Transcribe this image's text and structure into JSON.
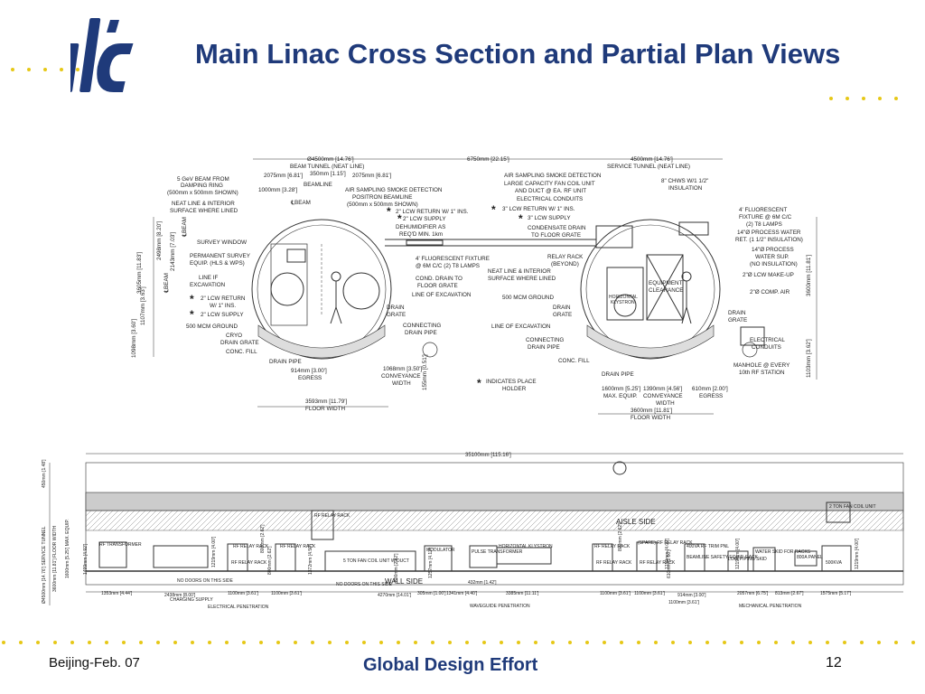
{
  "slide": {
    "title": "Main Linac Cross Section and Partial Plan Views",
    "footer_left": "Beijing-Feb. 07",
    "footer_center": "Global Design Effort",
    "page_number": "12",
    "logo_text": "ilc",
    "colors": {
      "title": "#1f3a7a",
      "accent_dots": "#e6c817",
      "drawing": "#333333"
    }
  },
  "cross_section": {
    "dims": {
      "beam_tunnel_dia": "Ø4500mm [14.76']",
      "beam_tunnel_label": "BEAM TUNNEL (NEAT LINE)",
      "spacing": "6750mm [22.15']",
      "service_tunnel_dia": "4500mm [14.76']",
      "service_tunnel_label": "SERVICE TUNNEL (NEAT LINE)",
      "d2075a": "2075mm [6.81']",
      "d350": "350mm [1.15']",
      "d2075b": "2075mm [6.81']",
      "d1000": "1000mm [3.28']",
      "d3605": "3605mm [11.83']",
      "d2498": "2498mm [8.20']",
      "d2143": "2143mm [7.03']",
      "d1107": "1107mm [3.63']",
      "d1098": "1098mm [3.60']",
      "d914": "914mm [3.00']",
      "egress": "EGRESS",
      "d1068": "1068mm [3.50']",
      "conveyance_width": "CONVEYANCE WIDTH",
      "d155": "155mm [0.51']",
      "d3593": "3593mm [11.79']",
      "floor_width": "FLOOR WIDTH",
      "d3600r": "3600mm [11.81']",
      "d1103": "1103mm [3.62']",
      "d1600": "1600mm [5.25']",
      "d1390": "1390mm [4.56']",
      "d610": "610mm [2.00']",
      "max_equip": "MAX. EQUIP.",
      "conveyance": "CONVEYANCE",
      "width": "WIDTH",
      "d3600": "3600mm [11.81']"
    },
    "labels_left": {
      "beam_from": "5 GeV BEAM FROM",
      "damping_ring": "DAMPING RING",
      "size1": "(500mm x 500mm SHOWN)",
      "neat_line": "NEAT LINE & INTERIOR",
      "surface_lined": "SURFACE WHERE LINED",
      "beamline": "BEAMLINE",
      "cl_beam": "℄BEAM",
      "air_sampling": "AIR SAMPLING SMOKE DETECTION",
      "positron": "POSITRON BEAMLINE",
      "size2": "(500mm x 500mm SHOWN)",
      "lcw_return": "2\" LCW RETURN W/ 1\" INS.",
      "lcw_supply": "2\" LCW SUPPLY",
      "dehumid": "DEHUMIDIFIER AS",
      "reqd": "REQ'D MIN. 1km",
      "survey": "SURVEY WINDOW",
      "perm_survey": "PERMANENT SURVEY",
      "equip": "EQUIP. (HLS & WPS)",
      "fluor": "4' FLUORESCENT FIXTURE",
      "fluor2": "@ 6M C/C (2) T8 LAMPS",
      "cond_drain": "COND. DRAIN TO",
      "floor_grate": "FLOOR GRATE",
      "line_if": "LINE IF",
      "excavation": "EXCAVATION",
      "line_exc": "LINE OF EXCAVATION",
      "lcw_ret2": "2\" LCW RETURN",
      "w1ins": "W/ 1\" INS.",
      "lcw_sup2": "2\" LCW SUPPLY",
      "drain": "DRAIN",
      "grate": "GRATE",
      "mcm": "500 MCM GROUND",
      "cryo": "CRYO",
      "drain_grate": "DRAIN GRATE",
      "conc_fill": "CONC. FILL",
      "connecting": "CONNECTING",
      "drain_pipe": "DRAIN PIPE",
      "drain_pipe2": "DRAIN PIPE"
    },
    "labels_right": {
      "air_sampling": "AIR SAMPLING SMOKE DETECTION",
      "fan_coil": "LARGE CAPACITY FAN COIL UNIT",
      "duct": "AND DUCT @ EA. RF UNIT",
      "elec": "ELECTRICAL CONDUITS",
      "lcw_ret": "3\" LCW RETURN W/ 1\" INS.",
      "lcw_sup": "3\" LCW SUPPLY",
      "cond_drain": "CONDENSATE DRAIN",
      "to_floor": "TO FLOOR GRATE",
      "chws": "8\" CHWS W/1 1/2\"",
      "insulation": "INSULATION",
      "fluor": "4' FLUORESCENT",
      "fixture": "FIXTURE @ 6M C/C",
      "t8": "(2) T8 LAMPS",
      "proc_ret": "14\"Ø PROCESS WATER",
      "ret": "RET. (1 1/2\" INSULATION)",
      "proc": "14\"Ø PROCESS",
      "water_sup": "WATER SUP.",
      "no_ins": "(NO INSULATION)",
      "lcw_make": "2\"Ø LCW MAKE-UP",
      "comp_air": "2\"Ø COMP. AIR",
      "relay_rack": "RELAY RACK",
      "beyond": "(BEYOND)",
      "neat": "NEAT LINE & INTERIOR",
      "surface": "SURFACE WHERE LINED",
      "mcm": "500 MCM GROUND",
      "equipment": "EQUIPMENT",
      "clearance": "CLEARANCE",
      "horizontal": "HORIZONTAL",
      "klystron": "KLYSTRON",
      "drain": "DRAIN",
      "grate": "GRATE",
      "line_exc": "LINE OF EXCAVATION",
      "drain2": "DRAIN",
      "grate2": "GRATE",
      "connecting": "CONNECTING",
      "drain_pipe": "DRAIN PIPE",
      "electrical": "ELECTRICAL",
      "conduits": "CONDUITS",
      "conc_fill": "CONC. FILL",
      "drain_pipe2": "DRAIN PIPE",
      "manhole": "MANHOLE @ EVERY",
      "rf_station": "10th RF STATION",
      "indicates": "INDICATES PLACE",
      "holder": "HOLDER",
      "star": "*"
    }
  },
  "plan_view": {
    "overall": "35100mm [115.16']",
    "aisle_side": "AISLE SIDE",
    "wall_side": "WALL SIDE",
    "side_labels": [
      "Ø4500mm [14.76'] SERVICE TUNNEL",
      "3600mm [11.81'] FLOOR WIDTH",
      "1600mm [5.25'] MAX. EQUIP.",
      "450mm [1.48']"
    ],
    "equipment": [
      "RF TRANSFORMER",
      "RF RELAY RACK",
      "RF RELAY RACK",
      "RF RELAY RACK",
      "RF RELAY RACK",
      "5 TON FAN COIL UNIT W/DUCT",
      "MODULATOR",
      "PULSE TRANSFORMER",
      "HORIZONTAL KLYSTRON",
      "RF RELAY RACK",
      "(SPARE) RF RELAY RACK",
      "RF RELAY RACK",
      "RF RELAY RACK",
      "400VA RF TRIM PNL",
      "BEAMLINE SAFETY EQUIP. RACK",
      "LOW PIPING SKID",
      "WATER SKID FOR RACKS",
      "800A PANEL",
      "2 TON FAN COIL UNIT",
      "500KVA"
    ],
    "notes": [
      "NO DOORS ON THIS SIDE",
      "NO DOORS ON THIS SIDE",
      "CHARGING SUPPLY",
      "ELECTRICAL PENETRATION",
      "WAVEGUIDE PENETRATION",
      "MECHANICAL PENETRATION"
    ],
    "dims_bottom": [
      "1353mm [4.44']",
      "2438mm [8.00']",
      "1100mm [3.61']",
      "1100mm [3.61']",
      "4270mm [14.01']",
      "305mm [1.00']",
      "1341mm [4.40']",
      "3385mm [11.11']",
      "432mm [1.42']",
      "1100mm [3.61']",
      "1100mm [3.61']",
      "914mm [3.00']",
      "2057mm [6.75']",
      "813mm [2.67']",
      "1575mm [5.17']",
      "1100mm [3.61']"
    ],
    "dims_vertical": [
      "1219mm [4.00']",
      "800mm [2.62']",
      "800mm [2.62']",
      "1372mm [4.50']",
      "800mm [2.62']",
      "1257mm [4.12']",
      "800mm [2.62']",
      "1219mm [4.00']",
      "610mm [2.00']",
      "1219mm [4.00']",
      "1219mm [4.00']",
      "1499mm [4.92']"
    ]
  }
}
